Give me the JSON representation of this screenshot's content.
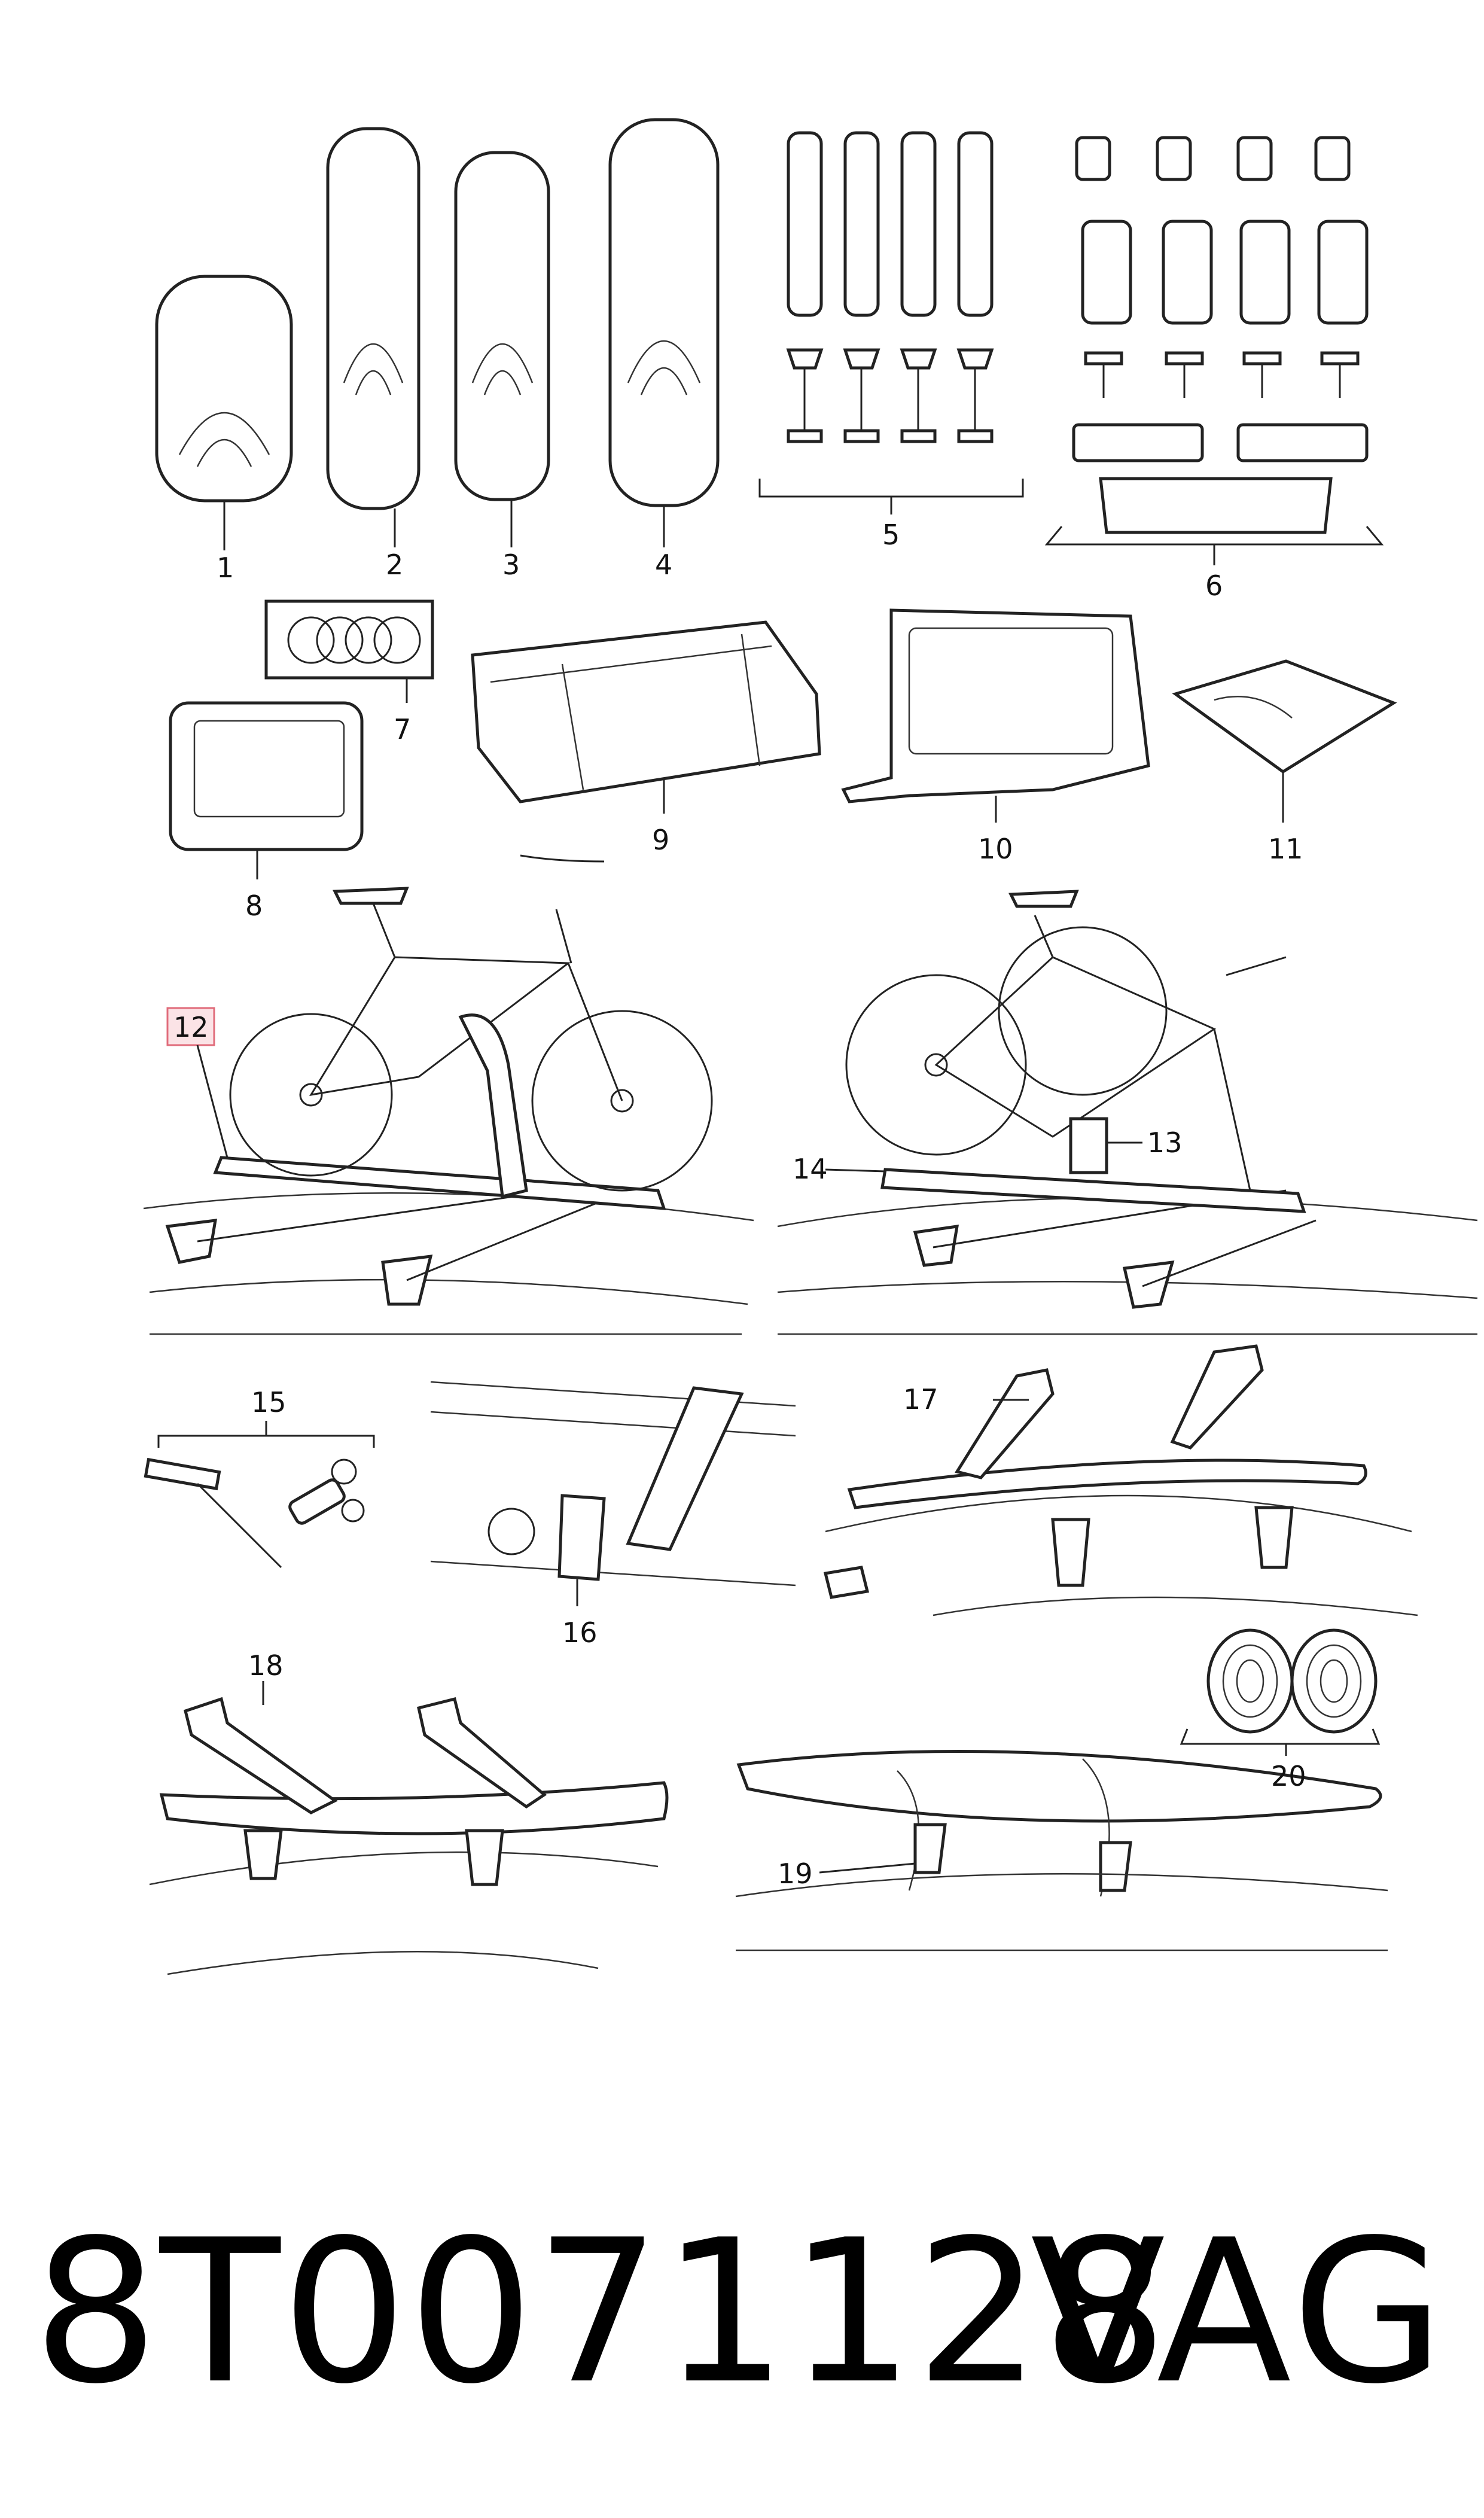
{
  "callouts": {
    "c1": "1",
    "c2": "2",
    "c3": "3",
    "c4": "4",
    "c5": "5",
    "c6": "6",
    "c7": "7",
    "c8": "8",
    "c9": "9",
    "c10": "10",
    "c11": "11",
    "c12": "12",
    "c13": "13",
    "c14": "14",
    "c15": "15",
    "c16": "16",
    "c17": "17",
    "c18": "18",
    "c19": "19",
    "c20": "20"
  },
  "footer": {
    "part_number": "8T0071128",
    "brand": "VAG"
  },
  "highlight_color": "#e06b7a"
}
